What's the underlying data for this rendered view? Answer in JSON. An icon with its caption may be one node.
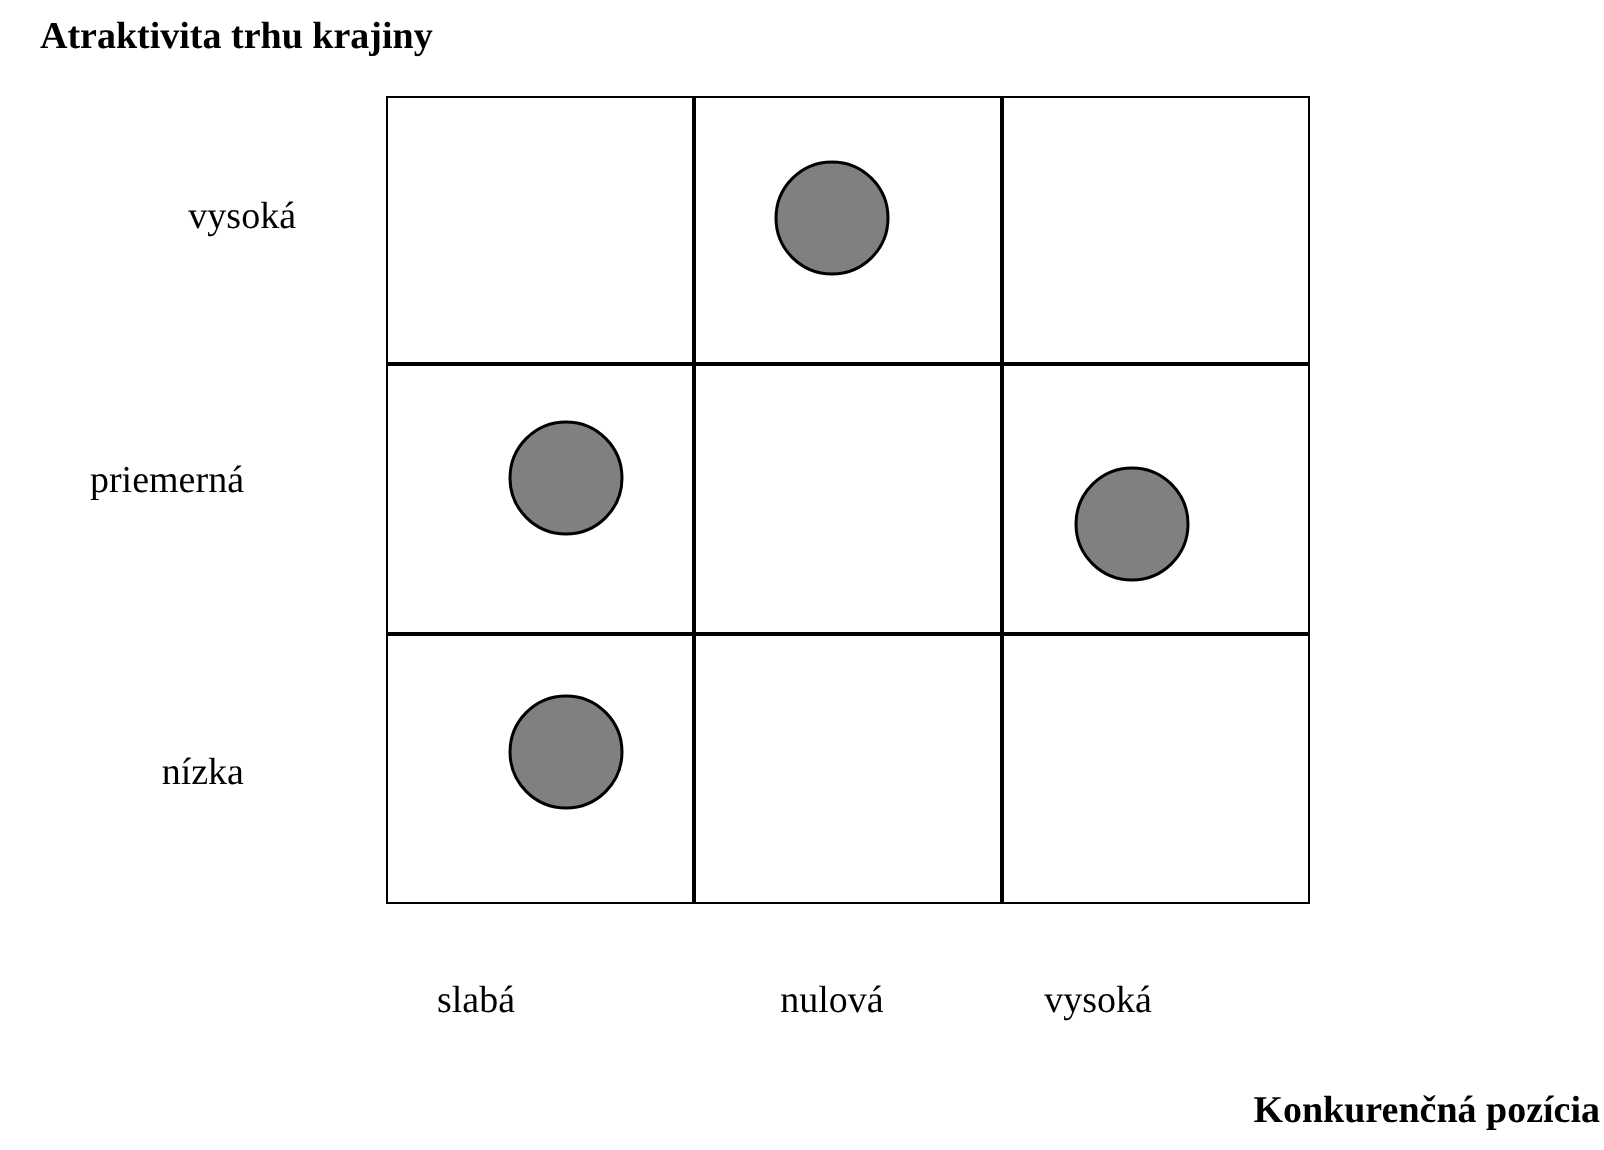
{
  "diagram": {
    "nodes": [
      {
        "text": [],
        "shape": "box"
      },
      {
        "text": [],
        "shape": "box"
      },
      {
        "text": [],
        "shape": "box"
      },
      {
        "text": [],
        "shape": "box"
      },
      {
        "text": [],
        "shape": "box"
      },
      {
        "text": [],
        "shape": "box"
      },
      {
        "text": [],
        "shape": "box"
      },
      {
        "text": [],
        "shape": "box"
      },
      {
        "text": [],
        "shape": "box"
      },
      {
        "text": [],
        "shape": "circle",
        "in": 1
      },
      {
        "text": [],
        "shape": "circle",
        "in": 3
      },
      {
        "text": [],
        "shape": "circle",
        "in": 5
      },
      {
        "text": [],
        "shape": "circle",
        "in": 6
      }
    ],
    "edges": [],
    "labels": [
      "Atraktivita trhu krajiny",
      "vysoká",
      "priemerná",
      "nízka",
      "slabá",
      "nulová",
      "vysoká",
      "Konkurenčná pozícia"
    ]
  }
}
